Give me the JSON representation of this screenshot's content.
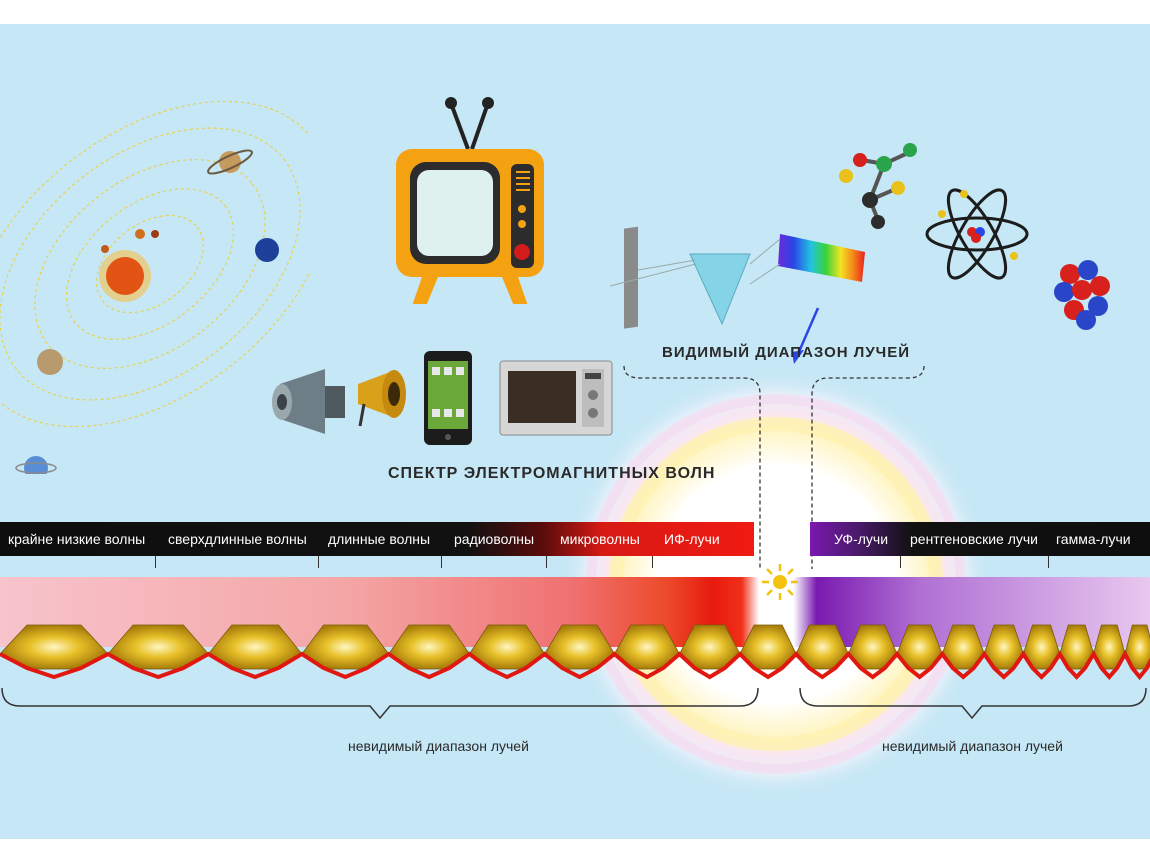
{
  "title": "СПЕКТР ЭЛЕКТРОМАГНИТНЫХ ВОЛН",
  "visible_range_label": "ВИДИМЫЙ ДИАПАЗОН ЛУЧЕЙ",
  "invisible_left_label": "невидимый диапазон лучей",
  "invisible_right_label": "невидимый диапазон лучей",
  "bands_left": [
    {
      "label": "крайне низкие волны"
    },
    {
      "label": "сверхдлинные волны"
    },
    {
      "label": "длинные волны"
    },
    {
      "label": "радиоволны"
    },
    {
      "label": "микроволны"
    },
    {
      "label": "ИФ-лучи"
    }
  ],
  "bands_right": [
    {
      "label": "УФ-лучи"
    },
    {
      "label": "рентгеновские лучи"
    },
    {
      "label": "гамма-лучи"
    }
  ],
  "icons": [
    "solar-system-icon",
    "tv-icon",
    "loudspeaker-icon",
    "horn-speaker-icon",
    "smartphone-icon",
    "microwave-oven-icon",
    "prism-icon",
    "molecule-icon",
    "atom-icon",
    "nucleus-icon",
    "sun-icon"
  ],
  "colors": {
    "background": "#c6e7f5",
    "infrared": "#ef1b12",
    "ultraviolet": "#7a18b0",
    "wave_fill": "#d9b21c",
    "wave_line": "#e0180f"
  }
}
